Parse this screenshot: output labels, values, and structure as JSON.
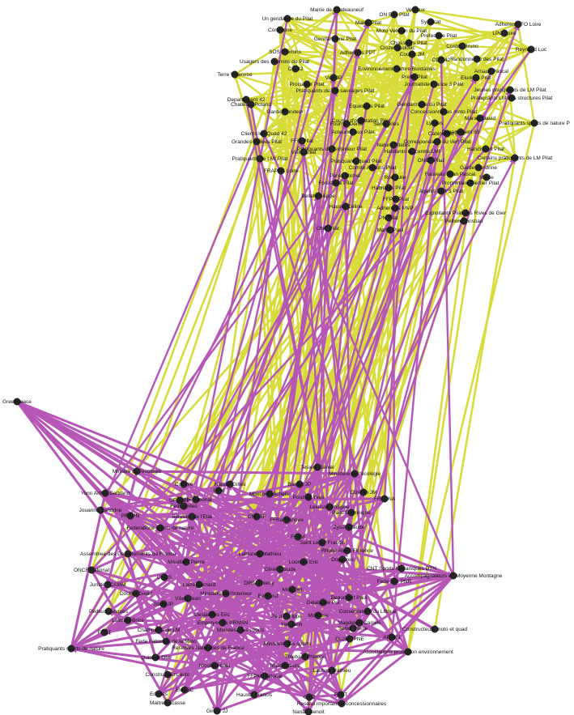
{
  "colors": {
    "background": "#ffffff",
    "edge_a": "#d8dc3a",
    "edge_b": "#b657b6",
    "node": "#2b2b2b",
    "label": "#111111"
  },
  "nodes": [
    {
      "id": "n1",
      "label": "Mairie de Chateauneuf",
      "cluster": "top"
    },
    {
      "id": "n2",
      "label": "Verdaux",
      "cluster": "top"
    },
    {
      "id": "n3",
      "label": "ON Bas Pilat",
      "cluster": "top"
    },
    {
      "id": "n4",
      "label": "Un gendarme du Pilat",
      "cluster": "top"
    },
    {
      "id": "n5",
      "label": "Mairie Pilat",
      "cluster": "top"
    },
    {
      "id": "n6",
      "label": "Syndicat",
      "cluster": "top"
    },
    {
      "id": "n7",
      "label": "Adherents FO Loire",
      "cluster": "top"
    },
    {
      "id": "n8",
      "label": "Commune",
      "cluster": "top"
    },
    {
      "id": "n9",
      "label": "Moto Veteran du Pilat",
      "cluster": "top"
    },
    {
      "id": "n10",
      "label": "Prefecture Pilat",
      "cluster": "top"
    },
    {
      "id": "n11",
      "label": "LPO Loire",
      "cluster": "top"
    },
    {
      "id": "n12",
      "label": "Gendarmerie Pilat",
      "cluster": "top"
    },
    {
      "id": "n13",
      "label": "Chasseurs Pilat",
      "cluster": "top"
    },
    {
      "id": "n14",
      "label": "Costes Bruno",
      "cluster": "top"
    },
    {
      "id": "n15",
      "label": "Reynaud Luc",
      "cluster": "top"
    },
    {
      "id": "n16",
      "label": "SOS chemins",
      "cluster": "top"
    },
    {
      "id": "n17",
      "label": "Adherents PPT",
      "cluster": "top"
    },
    {
      "id": "n18",
      "label": "Crozet Ludovic",
      "cluster": "top"
    },
    {
      "id": "n19",
      "label": "Cousin JM",
      "cluster": "top"
    },
    {
      "id": "n20",
      "label": "DDT 42",
      "cluster": "top"
    },
    {
      "id": "n21",
      "label": "Randonneurs des Pilat",
      "cluster": "top"
    },
    {
      "id": "n22",
      "label": "Usagers des chemins du Pilat",
      "cluster": "top"
    },
    {
      "id": "n23",
      "label": "CG 42",
      "cluster": "top"
    },
    {
      "id": "n24",
      "label": "Environnement Nature Burdaines",
      "cluster": "top"
    },
    {
      "id": "n25",
      "label": "Arnaud Pascal",
      "cluster": "top"
    },
    {
      "id": "n26",
      "label": "Terre Vivaroise",
      "cluster": "top"
    },
    {
      "id": "n27",
      "label": "Vue JP",
      "cluster": "top"
    },
    {
      "id": "n28",
      "label": "Prefet Pilat",
      "cluster": "top"
    },
    {
      "id": "n29",
      "label": "Eludoux Pilat",
      "cluster": "top"
    },
    {
      "id": "n30",
      "label": "Jeunes pratiquants de LM Pilat",
      "cluster": "top"
    },
    {
      "id": "n31",
      "label": "Procureur Pilat",
      "cluster": "top"
    },
    {
      "id": "n32",
      "label": "Journaliste France 3 Pilat",
      "cluster": "top"
    },
    {
      "id": "n33",
      "label": "Pratiquants LM des structures Pilat",
      "cluster": "top"
    },
    {
      "id": "n34",
      "label": "Pratiquants de LM sauvages Pilat",
      "cluster": "top"
    },
    {
      "id": "n35",
      "label": "Departement 42",
      "cluster": "top"
    },
    {
      "id": "n36",
      "label": "Equestres Pilat",
      "cluster": "top"
    },
    {
      "id": "n37",
      "label": "Gendarmerie du Pilat",
      "cluster": "top"
    },
    {
      "id": "n38",
      "label": "Chatelain Roland",
      "cluster": "top"
    },
    {
      "id": "n39",
      "label": "Garde Moniteur",
      "cluster": "top"
    },
    {
      "id": "n40",
      "label": "Course d'orientation Pilat",
      "cluster": "top"
    },
    {
      "id": "n41",
      "label": "Concessionnaires moto Pilat",
      "cluster": "top"
    },
    {
      "id": "n42",
      "label": "Marais David",
      "cluster": "top"
    },
    {
      "id": "n43",
      "label": "Pratiquants sports de nature P",
      "cluster": "top"
    },
    {
      "id": "n44",
      "label": "Fournel Denis",
      "cluster": "top"
    },
    {
      "id": "n45",
      "label": "Sentinelles",
      "cluster": "top"
    },
    {
      "id": "n46",
      "label": "Lycees",
      "cluster": "top"
    },
    {
      "id": "n47",
      "label": "Cabinet du Pilat",
      "cluster": "top"
    },
    {
      "id": "n48",
      "label": "Departement 69",
      "cluster": "top"
    },
    {
      "id": "n49",
      "label": "Clients loc Quad 42",
      "cluster": "top"
    },
    {
      "id": "n50",
      "label": "Acteurs Eaux Pilat",
      "cluster": "top"
    },
    {
      "id": "n51",
      "label": "Grandes Vallees Pilat",
      "cluster": "top"
    },
    {
      "id": "n52",
      "label": "Nature Pilates",
      "cluster": "top"
    },
    {
      "id": "n53",
      "label": "Correspondants du Vert Pilat",
      "cluster": "top"
    },
    {
      "id": "n54",
      "label": "FFM Pilat",
      "cluster": "top"
    },
    {
      "id": "n55",
      "label": "Pratiquants de l'exterieur Pilat",
      "cluster": "top"
    },
    {
      "id": "n56",
      "label": "Habitants du centre LMI",
      "cluster": "top"
    },
    {
      "id": "n57",
      "label": "Handisport Pilat",
      "cluster": "top"
    },
    {
      "id": "n58",
      "label": "Vial Daniel",
      "cluster": "top"
    },
    {
      "id": "n59",
      "label": "Certains pratiquants de LM Pilat",
      "cluster": "top"
    },
    {
      "id": "n60",
      "label": "Pratiquants de LMI Pilat",
      "cluster": "top"
    },
    {
      "id": "n61",
      "label": "Pratiquants quad Pilat",
      "cluster": "top"
    },
    {
      "id": "n62",
      "label": "ONCF Pilat",
      "cluster": "top"
    },
    {
      "id": "n63",
      "label": "Comite Ardains Pilat",
      "cluster": "top"
    },
    {
      "id": "n64",
      "label": "Garde Sandrine",
      "cluster": "top"
    },
    {
      "id": "n65",
      "label": "FRAPNA Loire",
      "cluster": "top"
    },
    {
      "id": "n66",
      "label": "Fauveau Jean Pascal",
      "cluster": "top"
    },
    {
      "id": "n67",
      "label": "Mairie",
      "cluster": "top"
    },
    {
      "id": "n68",
      "label": "Perez Michel",
      "cluster": "top"
    },
    {
      "id": "n69",
      "label": "Rod Julie",
      "cluster": "top"
    },
    {
      "id": "n70",
      "label": "Proprietaire Pierrier Pilat",
      "cluster": "top"
    },
    {
      "id": "n71",
      "label": "Forestiers Pilat",
      "cluster": "top"
    },
    {
      "id": "n72",
      "label": "Habitants Pilat",
      "cluster": "top"
    },
    {
      "id": "n73",
      "label": "Agents DDFS Pilat",
      "cluster": "top"
    },
    {
      "id": "n74",
      "label": "Bellet Philippe",
      "cluster": "top"
    },
    {
      "id": "n75",
      "label": "FFPM Pilat",
      "cluster": "top"
    },
    {
      "id": "n76",
      "label": "Hauser Celine",
      "cluster": "top"
    },
    {
      "id": "n77",
      "label": "Adherents MVP",
      "cluster": "top"
    },
    {
      "id": "n78",
      "label": "Exploitants Pilat des Rives de Gier",
      "cluster": "top"
    },
    {
      "id": "n79",
      "label": "PN Pilat",
      "cluster": "top"
    },
    {
      "id": "n80",
      "label": "Pellion Christian",
      "cluster": "top"
    },
    {
      "id": "n81",
      "label": "ONF Pilat",
      "cluster": "top"
    },
    {
      "id": "n82",
      "label": "Martin Paul",
      "cluster": "top"
    },
    {
      "id": "b1",
      "label": "Greenpeace",
      "cluster": "bottom"
    },
    {
      "id": "b2",
      "label": "Ministre de l'ecologie",
      "cluster": "bottom"
    },
    {
      "id": "b3",
      "label": "Tesiere Daniel",
      "cluster": "bottom"
    },
    {
      "id": "b4",
      "label": "Ministere de l'ecologie",
      "cluster": "bottom"
    },
    {
      "id": "b5",
      "label": "Yonn Arthur Bertrand",
      "cluster": "bottom"
    },
    {
      "id": "b6",
      "label": "Naudin Gilles",
      "cluster": "bottom"
    },
    {
      "id": "b7",
      "label": "Mouchot Michelle",
      "cluster": "bottom"
    },
    {
      "id": "b8",
      "label": "Bardet JP",
      "cluster": "bottom"
    },
    {
      "id": "b9",
      "label": "Codeve",
      "cluster": "bottom"
    },
    {
      "id": "b10",
      "label": "FFM",
      "cluster": "bottom"
    },
    {
      "id": "b11",
      "label": "Pouzols Yves",
      "cluster": "bottom"
    },
    {
      "id": "b12",
      "label": "Cizeron JM",
      "cluster": "bottom"
    },
    {
      "id": "b13",
      "label": "Jouanno Sandrine",
      "cluster": "bottom"
    },
    {
      "id": "b14",
      "label": "UFOLEP",
      "cluster": "bottom"
    },
    {
      "id": "b15",
      "label": "ONF National",
      "cluster": "bottom"
    },
    {
      "id": "b16",
      "label": "Lexusse Philippe",
      "cluster": "bottom"
    },
    {
      "id": "b17",
      "label": "FRAPNA",
      "cluster": "bottom"
    },
    {
      "id": "b18",
      "label": "PRAPN",
      "cluster": "bottom"
    },
    {
      "id": "b19",
      "label": "Paris Dominique",
      "cluster": "bottom"
    },
    {
      "id": "b20",
      "label": "Fedcomites",
      "cluster": "bottom"
    },
    {
      "id": "b21",
      "label": "Services de l'Etat",
      "cluster": "bottom"
    },
    {
      "id": "b22",
      "label": "Federations sports de nature",
      "cluster": "bottom"
    },
    {
      "id": "b23",
      "label": "Zyser Claude",
      "cluster": "bottom"
    },
    {
      "id": "b24",
      "label": "FFRandonnee",
      "cluster": "bottom"
    },
    {
      "id": "b25",
      "label": "CNOSF",
      "cluster": "bottom"
    },
    {
      "id": "b26",
      "label": "FFPM",
      "cluster": "bottom"
    },
    {
      "id": "b27",
      "label": "Saint Leger Francis",
      "cluster": "bottom"
    },
    {
      "id": "b28",
      "label": "Assemblee des Departements de France",
      "cluster": "bottom"
    },
    {
      "id": "b29",
      "label": "Labrande Mathieu",
      "cluster": "bottom"
    },
    {
      "id": "b30",
      "label": "Rhone Alpes Florence",
      "cluster": "bottom"
    },
    {
      "id": "b31",
      "label": "Mouillard Pierre",
      "cluster": "bottom"
    },
    {
      "id": "b32",
      "label": "Lourdes Eric",
      "cluster": "bottom"
    },
    {
      "id": "b33",
      "label": "ONCF National",
      "cluster": "bottom"
    },
    {
      "id": "b34",
      "label": "Olivie Claude",
      "cluster": "bottom"
    },
    {
      "id": "b35",
      "label": "Dopavres",
      "cluster": "bottom"
    },
    {
      "id": "b36",
      "label": "Juriste FCAMM",
      "cluster": "bottom"
    },
    {
      "id": "b37",
      "label": "Laize Bernard",
      "cluster": "bottom"
    },
    {
      "id": "b38",
      "label": "CNDS",
      "cluster": "bottom"
    },
    {
      "id": "b39",
      "label": "CNT Sports Mecaniques DTN",
      "cluster": "bottom"
    },
    {
      "id": "b40",
      "label": "Accompagnateurs en Moyenne Montagne",
      "cluster": "bottom"
    },
    {
      "id": "b41",
      "label": "Douillet David",
      "cluster": "bottom"
    },
    {
      "id": "b42",
      "label": "Ministere de l'Interieur",
      "cluster": "bottom"
    },
    {
      "id": "b43",
      "label": "DiRN Thierry",
      "cluster": "bottom"
    },
    {
      "id": "b44",
      "label": "Vilain Jean",
      "cluster": "bottom"
    },
    {
      "id": "b45",
      "label": "Mouchet",
      "cluster": "bottom"
    },
    {
      "id": "b46",
      "label": "Fede des PNR",
      "cluster": "bottom"
    },
    {
      "id": "b47",
      "label": "Pedeux Jacques",
      "cluster": "bottom"
    },
    {
      "id": "b48",
      "label": "Stahl JP",
      "cluster": "bottom"
    },
    {
      "id": "b49",
      "label": "Bertrand",
      "cluster": "bottom"
    },
    {
      "id": "b50",
      "label": "Delalande Pol",
      "cluster": "bottom"
    },
    {
      "id": "b51",
      "label": "Lalonde Brice",
      "cluster": "bottom"
    },
    {
      "id": "b52",
      "label": "Beaumont Paul",
      "cluster": "bottom"
    },
    {
      "id": "b53",
      "label": "Conservatoire du Littoral",
      "cluster": "bottom"
    },
    {
      "id": "b54",
      "label": "Desjardins Eric",
      "cluster": "bottom"
    },
    {
      "id": "b55",
      "label": "Employes du PRNSN",
      "cluster": "bottom"
    },
    {
      "id": "b56",
      "label": "Paul Philippe",
      "cluster": "bottom"
    },
    {
      "id": "b57",
      "label": "Monrose",
      "cluster": "bottom"
    },
    {
      "id": "b58",
      "label": "Magdelein Camille",
      "cluster": "bottom"
    },
    {
      "id": "b59",
      "label": "FFCT",
      "cluster": "bottom"
    },
    {
      "id": "b60",
      "label": "Champions de LM",
      "cluster": "bottom"
    },
    {
      "id": "b61",
      "label": "Ministere des sports",
      "cluster": "bottom"
    },
    {
      "id": "b62",
      "label": "Yan Tanh",
      "cluster": "bottom"
    },
    {
      "id": "b63",
      "label": "Sutter Pierre",
      "cluster": "bottom"
    },
    {
      "id": "b64",
      "label": "Constructeurs moto et quad",
      "cluster": "bottom"
    },
    {
      "id": "b65",
      "label": "Fede nationale de la Moto",
      "cluster": "bottom"
    },
    {
      "id": "b66",
      "label": "Ministere des sports",
      "cluster": "bottom"
    },
    {
      "id": "b67",
      "label": "Quintin PNE",
      "cluster": "bottom"
    },
    {
      "id": "b68",
      "label": "AFPAN",
      "cluster": "bottom"
    },
    {
      "id": "b69",
      "label": "Pratiquants sports de nature",
      "cluster": "bottom"
    },
    {
      "id": "b70",
      "label": "Reserves Naturelles de France",
      "cluster": "bottom"
    },
    {
      "id": "b71",
      "label": "Associations protection environnement",
      "cluster": "bottom"
    },
    {
      "id": "b72",
      "label": "Thiebaut Philippe",
      "cluster": "bottom"
    },
    {
      "id": "b73",
      "label": "Quinard OM",
      "cluster": "bottom"
    },
    {
      "id": "b74",
      "label": "Nicolas Hulot",
      "cluster": "bottom"
    },
    {
      "id": "b75",
      "label": "Importateurs",
      "cluster": "bottom"
    },
    {
      "id": "b76",
      "label": "Constructeurs auto",
      "cluster": "bottom"
    },
    {
      "id": "b77",
      "label": "Laurent Mathieu",
      "cluster": "bottom"
    },
    {
      "id": "b78",
      "label": "FFPM National",
      "cluster": "bottom"
    },
    {
      "id": "b79",
      "label": "Elus JC",
      "cluster": "bottom"
    },
    {
      "id": "b80",
      "label": "Edudes",
      "cluster": "bottom"
    },
    {
      "id": "b81",
      "label": "Hauser Francis",
      "cluster": "bottom"
    },
    {
      "id": "b82",
      "label": "CAO",
      "cluster": "bottom"
    },
    {
      "id": "b83",
      "label": "Maitre Lacasse",
      "cluster": "bottom"
    },
    {
      "id": "b84",
      "label": "FFCT",
      "cluster": "bottom"
    },
    {
      "id": "b85",
      "label": "Reseau important et concessionnaires",
      "cluster": "bottom"
    },
    {
      "id": "b86",
      "label": "Girard JJ",
      "cluster": "bottom"
    },
    {
      "id": "b87",
      "label": "Nanau Benoit",
      "cluster": "bottom"
    }
  ]
}
